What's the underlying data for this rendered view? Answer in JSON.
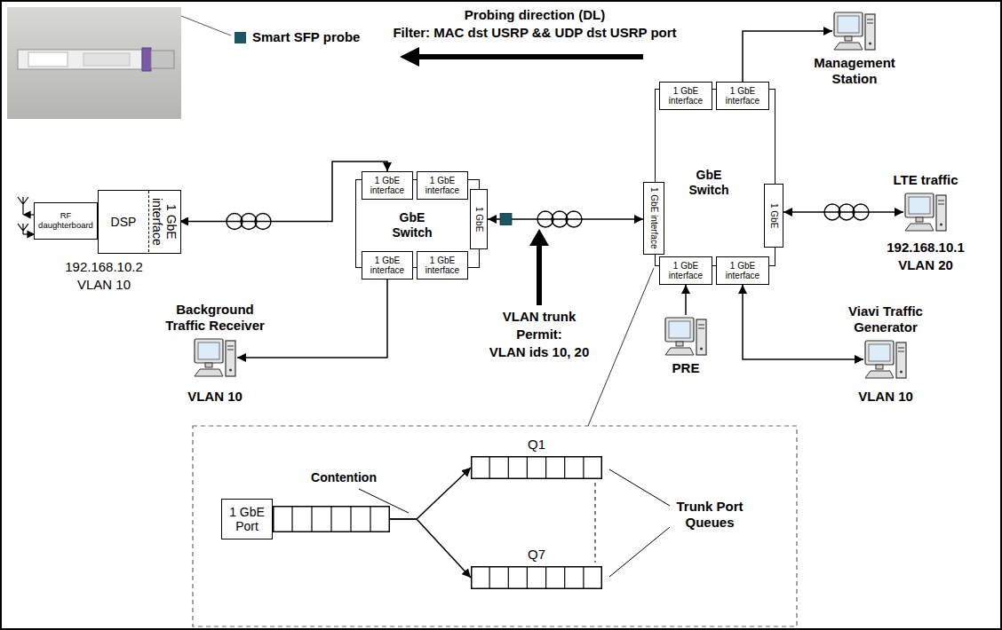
{
  "diagram": {
    "nodes": [
      {
        "text": [
          "RF daughterboard"
        ]
      },
      {
        "text": [
          "DSP"
        ]
      },
      {
        "text": [
          "1 GbE interface"
        ],
        "in": 1
      },
      {
        "text": [
          "GbE Switch"
        ]
      },
      {
        "text": [
          "1 GbE interface"
        ],
        "in": 3
      },
      {
        "text": [
          "1 GbE interface"
        ],
        "in": 3
      },
      {
        "text": [
          "1 GbE"
        ],
        "in": 3
      },
      {
        "text": [
          "1 GbE interface"
        ],
        "in": 3
      },
      {
        "text": [
          "1 GbE interface"
        ],
        "in": 3
      },
      {
        "text": [
          "Management Station"
        ]
      },
      {
        "text": [
          "GbE Switch"
        ]
      },
      {
        "text": [
          "1 GbE interface"
        ],
        "in": 10
      },
      {
        "text": [
          "1 GbE interface"
        ],
        "in": 10
      },
      {
        "text": [
          "1 GbE interface"
        ],
        "in": 10
      },
      {
        "text": [
          "1 GbE"
        ],
        "in": 10
      },
      {
        "text": [
          "1 GbE interface"
        ],
        "in": 10
      },
      {
        "text": [
          "1 GbE interface"
        ],
        "in": 10
      },
      {
        "text": [
          "LTE traffic"
        ]
      },
      {
        "text": [
          "Background Traffic Receiver"
        ]
      },
      {
        "text": [
          "PRE"
        ]
      },
      {
        "text": [
          "Viavi Traffic Generator"
        ]
      },
      {
        "text": [
          "1 GbE Port"
        ]
      },
      {
        "text": [
          "Q1"
        ]
      },
      {
        "text": [
          "Q7"
        ]
      }
    ],
    "edges": [
      {
        "from": 2,
        "to": 4,
        "arrow": "both"
      },
      {
        "from": 6,
        "to": 13,
        "arrow": "both"
      },
      {
        "from": 7,
        "to": 18,
        "arrow": "to"
      },
      {
        "from": 12,
        "to": 9,
        "arrow": "to"
      },
      {
        "from": 14,
        "to": 17,
        "arrow": "both"
      },
      {
        "from": 19,
        "to": 15,
        "arrow": "to"
      },
      {
        "from": 16,
        "to": 20,
        "arrow": "both"
      },
      {
        "from": 21,
        "to": 22,
        "arrow": "to"
      },
      {
        "from": 21,
        "to": 23,
        "arrow": "to"
      }
    ],
    "labels": [
      "Probing direction (DL)",
      "Filter: MAC dst USRP && UDP dst USRP port",
      "192.168.10.2",
      "VLAN 10",
      "VLAN 10",
      "VLAN trunk",
      "Permit:",
      "VLAN ids 10, 20",
      "192.168.10.1",
      "VLAN 20",
      "VLAN 10",
      "Contention",
      "Trunk Port Queues"
    ],
    "legend": [
      {
        "text": "Smart SFP probe",
        "color": "#1d5563"
      }
    ]
  }
}
